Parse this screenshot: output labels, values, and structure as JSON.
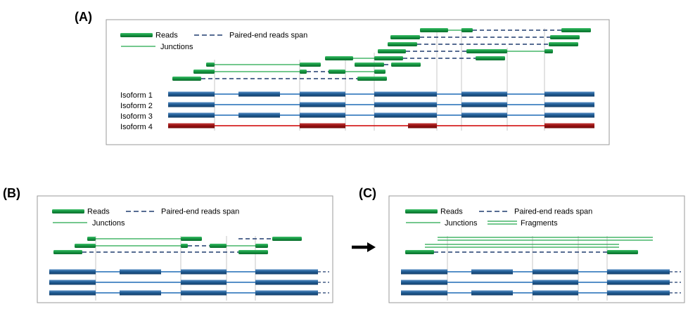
{
  "panels": [
    {
      "label": "(A)",
      "legend": {
        "reads": "Reads",
        "paired": "Paired-end reads span",
        "junctions": "Junctions"
      },
      "isoforms": [
        "Isoform 1",
        "Isoform 2",
        "Isoform 3",
        "Isoform 4"
      ]
    },
    {
      "label": "(B)",
      "legend": {
        "reads": "Reads",
        "paired": "Paired-end reads span",
        "junctions": "Junctions"
      }
    },
    {
      "label": "(C)",
      "legend": {
        "reads": "Reads",
        "paired": "Paired-end reads span",
        "junctions": "Junctions",
        "fragments": "Fragments"
      }
    }
  ],
  "colors": {
    "read": "#16a34a",
    "paired_span": "#1f3b6e",
    "junction": "#22a84a",
    "exon": "#1f5c94",
    "intron": "#3d7fc1",
    "isoform4_exon": "#a31515",
    "isoform4_intron": "#d42020",
    "arrow": "#000000"
  },
  "icons": {
    "arrow": "right-arrow-icon"
  }
}
